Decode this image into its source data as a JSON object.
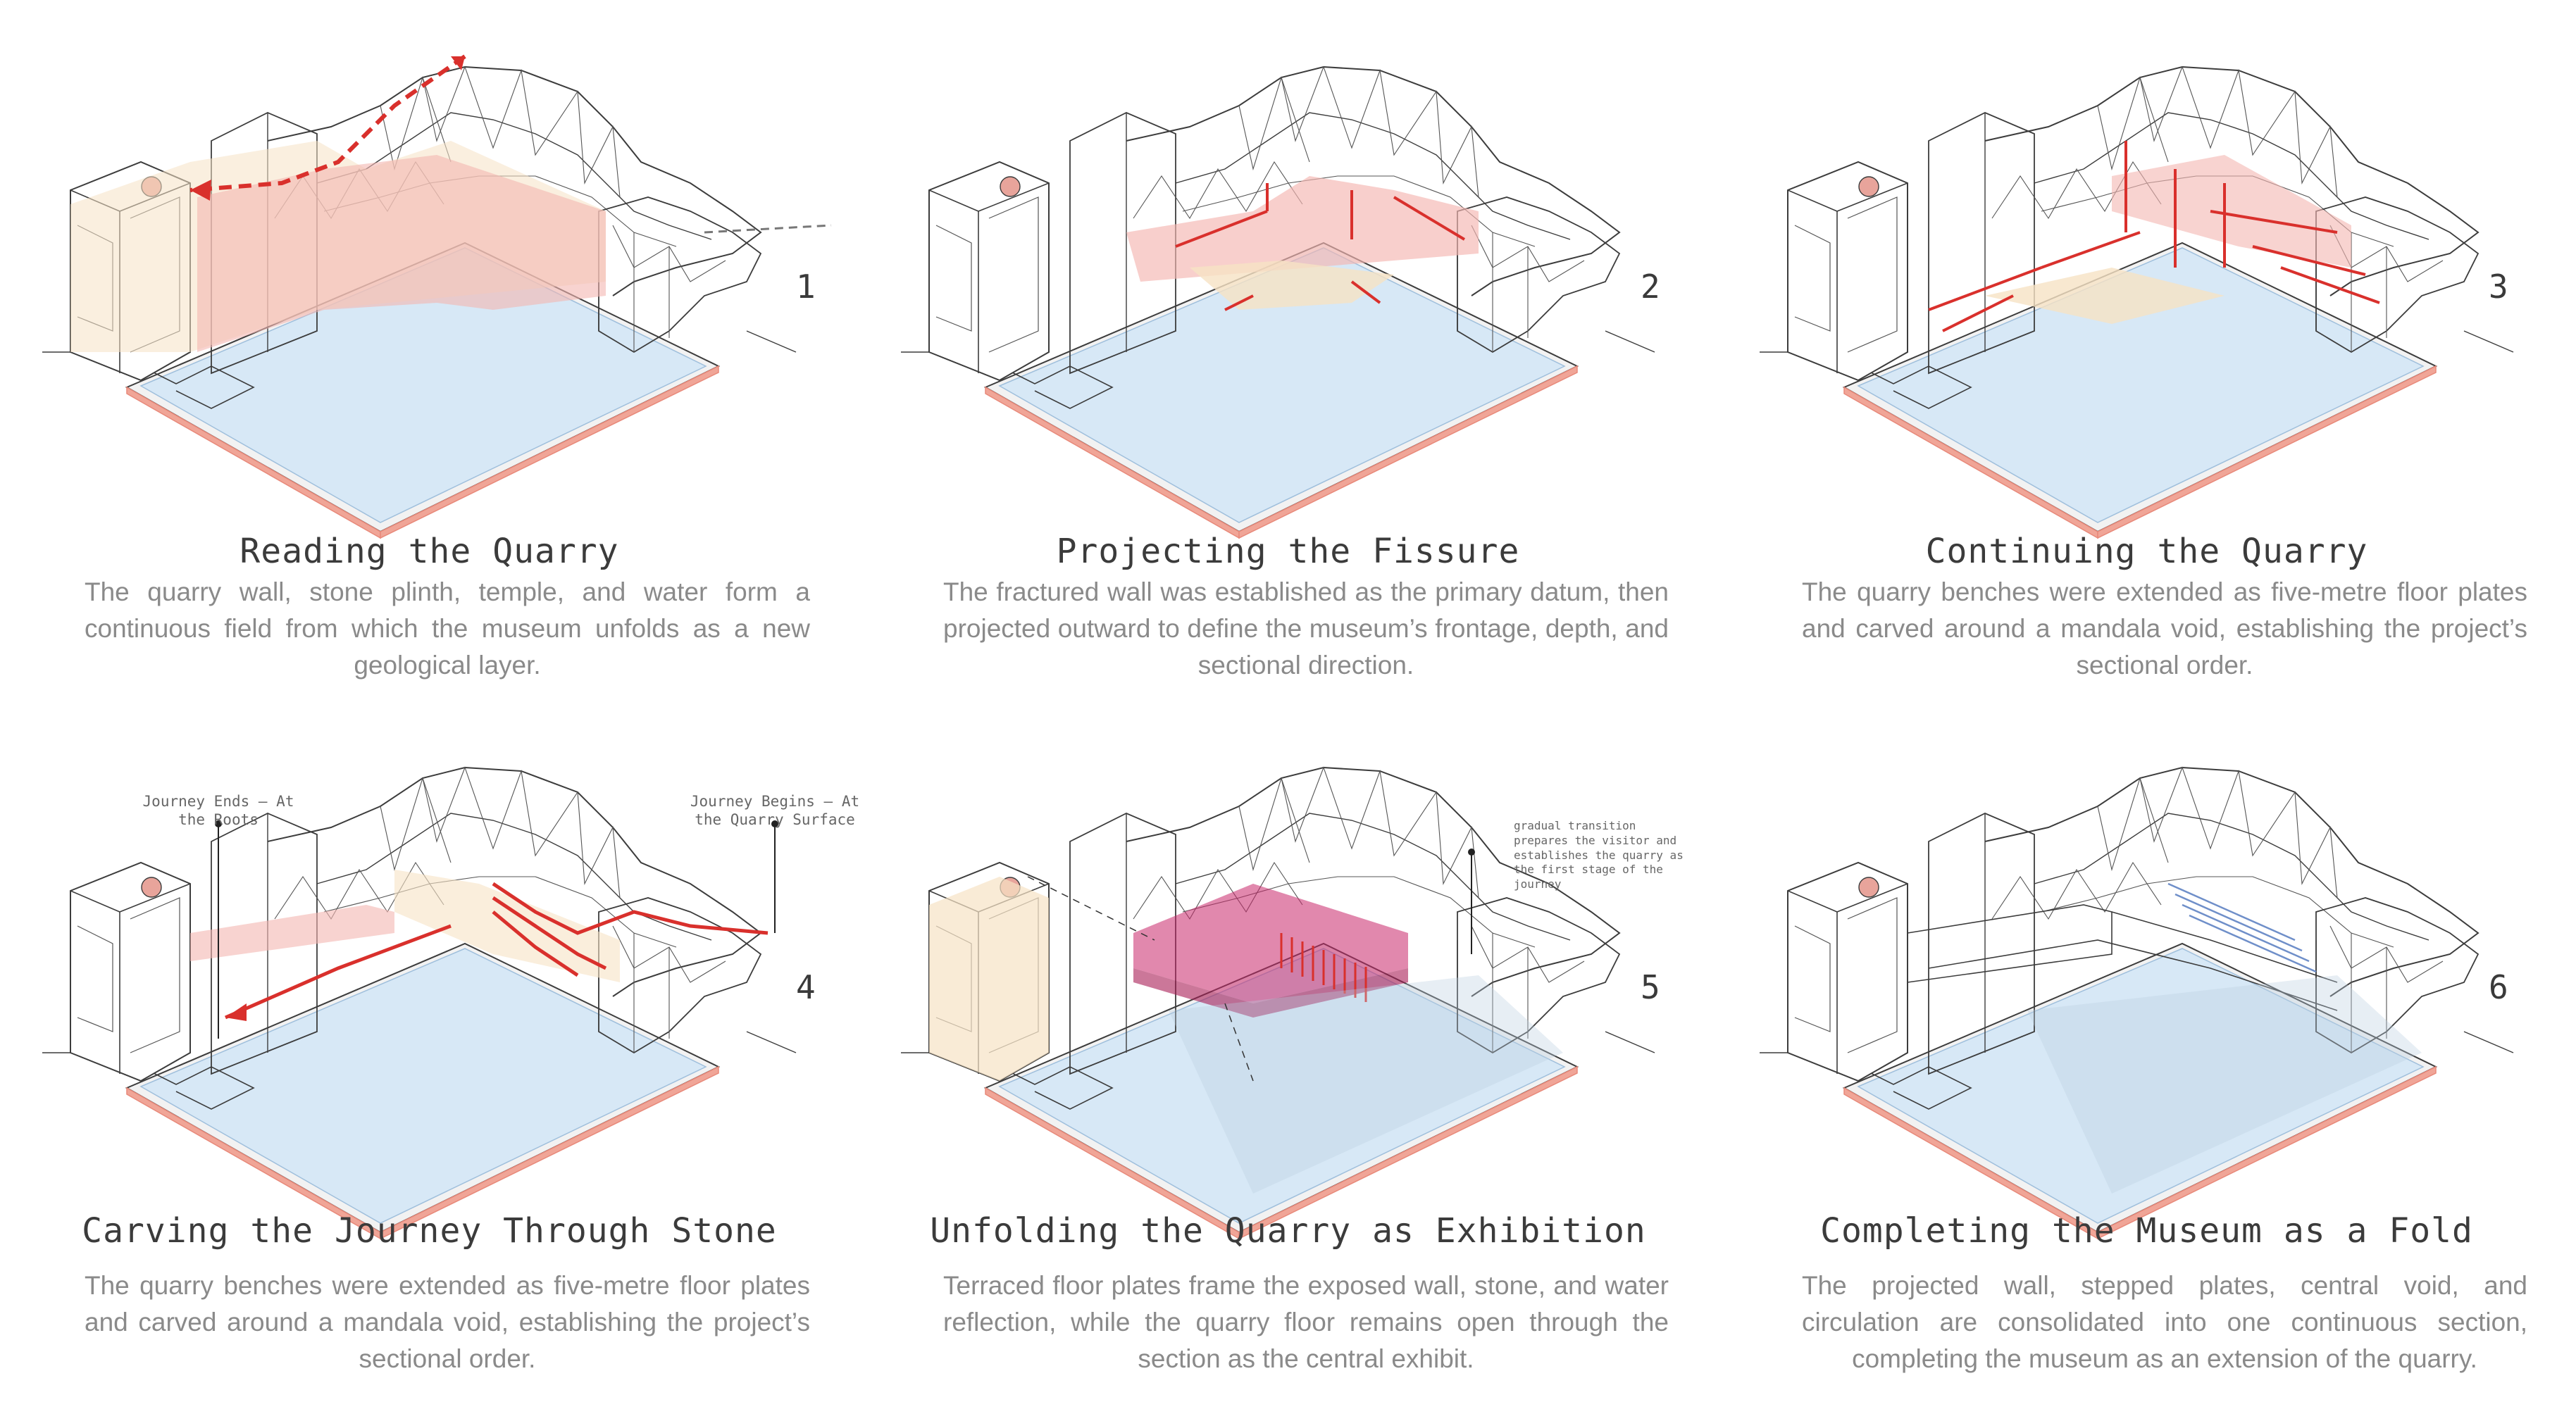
{
  "panels": [
    {
      "number": "1",
      "title": "Reading the Quarry",
      "caption": "The quarry wall, stone plinth, temple, and water form a continuous field from which the museum unfolds as a new geological layer."
    },
    {
      "number": "2",
      "title": "Projecting the Fissure",
      "caption": "The fractured wall was established as the primary datum, then projected outward to define the museum’s frontage, depth, and sectional direction."
    },
    {
      "number": "3",
      "title": "Continuing the Quarry",
      "caption": "The quarry benches were extended as five-metre floor plates and carved around a mandala void, establishing the project’s sectional order."
    },
    {
      "number": "4",
      "title": "Carving the Journey Through Stone",
      "caption": "The quarry benches were extended as five-metre floor plates and carved around a mandala void, establishing the project’s sectional order.",
      "annotations": {
        "journey_ends": "Journey Ends — At the Roots",
        "journey_begins": "Journey Begins — At the Quarry Surface"
      }
    },
    {
      "number": "5",
      "title": "Unfolding the Quarry as Exhibition",
      "caption": "Terraced floor plates frame the exposed wall, stone, and water reflection, while the quarry floor remains open through the section as the central exhibit.",
      "annotations": {
        "transition": "gradual transition prepares the visitor and establishes the quarry as the first stage of the journey"
      }
    },
    {
      "number": "6",
      "title": "Completing the Museum as a Fold",
      "caption": "The projected wall, stepped plates, central void, and circulation are consolidated into one continuous section, completing the museum as an extension of the quarry."
    }
  ],
  "colors": {
    "water": "#d7e8f6",
    "water_edge": "#e8897a",
    "line": "#3c3c3c",
    "red_accent": "#d9302c",
    "pink_overlay": "#f4b5b0",
    "cream_overlay": "#f6e2c4",
    "magenta": "#c8266a",
    "blue_accent": "#6f8fc9"
  }
}
